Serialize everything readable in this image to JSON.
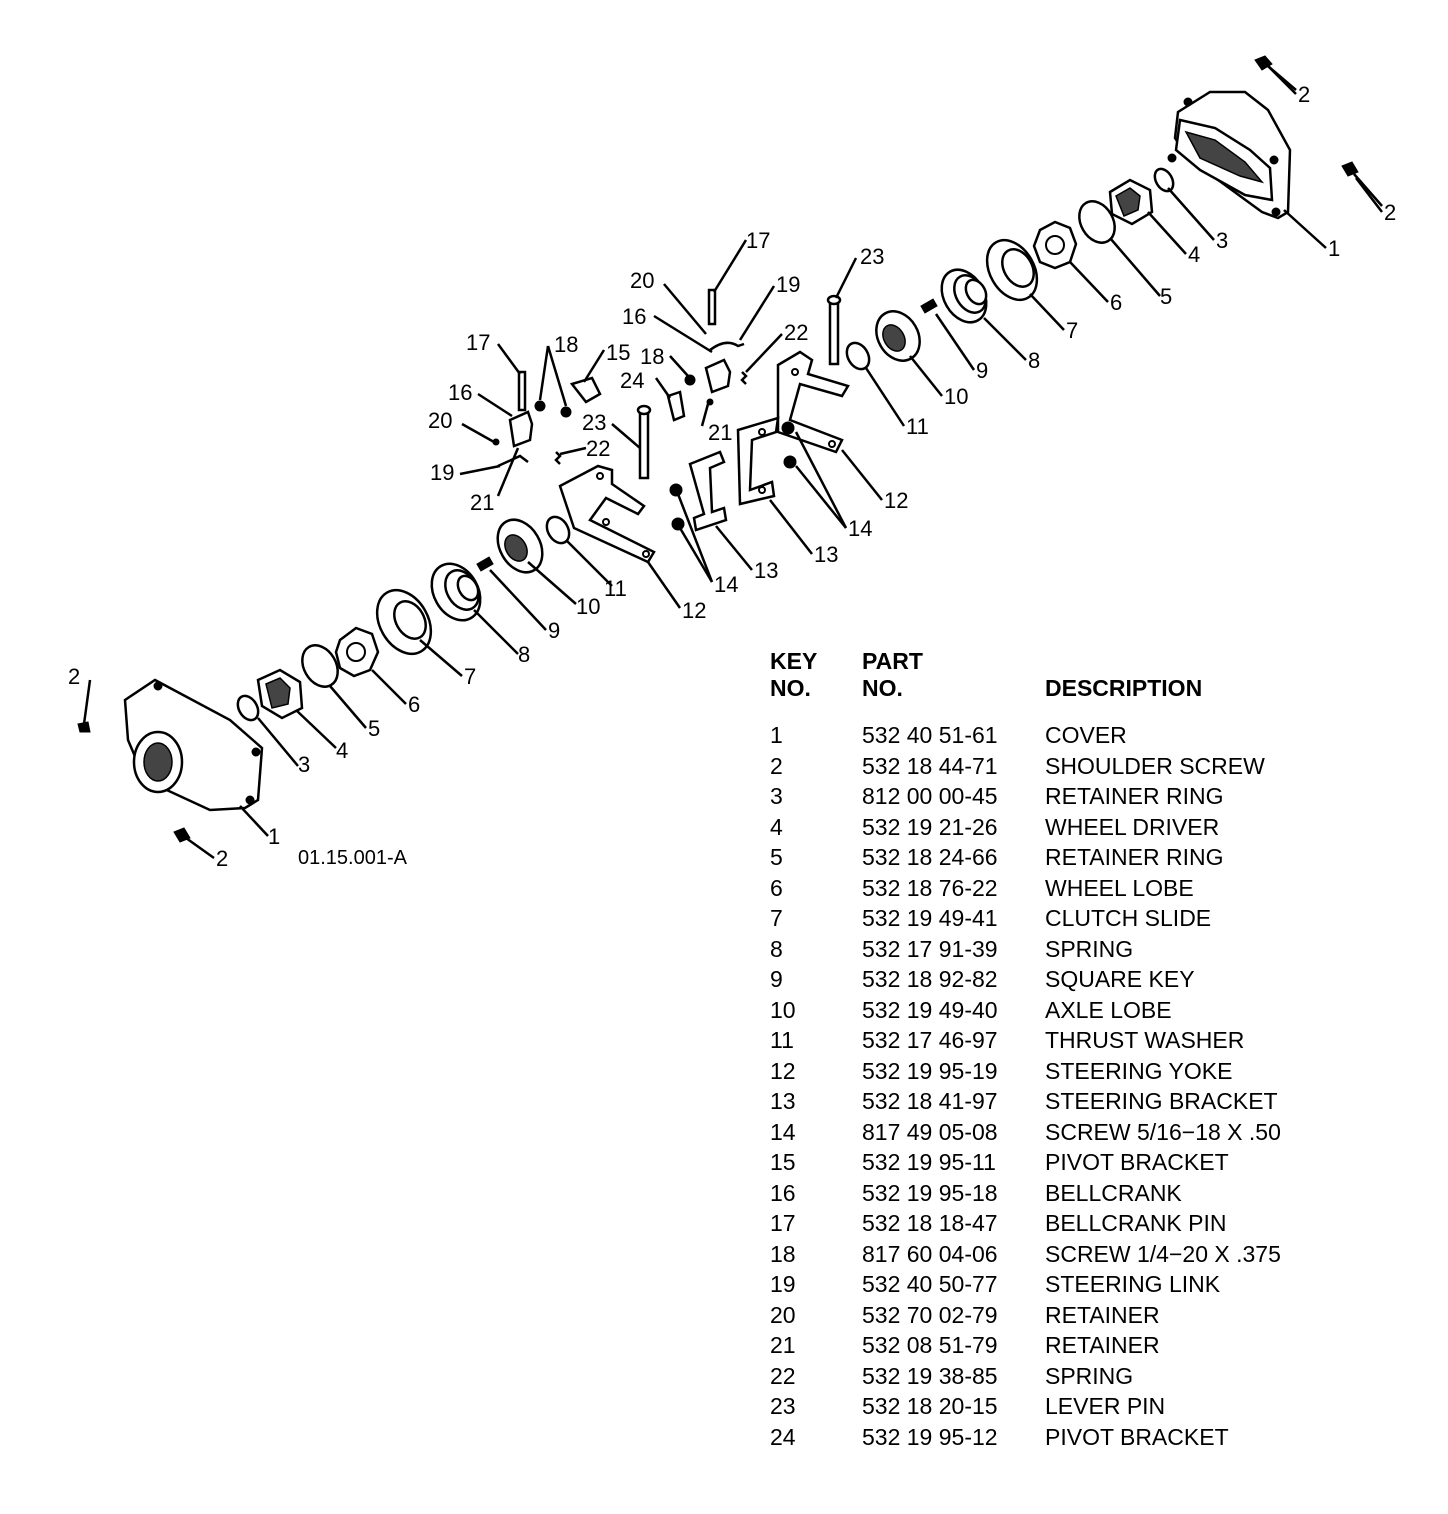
{
  "diagram": {
    "reference_code": "01.15.001-A",
    "callouts": [
      "1",
      "2",
      "3",
      "4",
      "5",
      "6",
      "7",
      "8",
      "9",
      "10",
      "11",
      "12",
      "13",
      "14",
      "15",
      "16",
      "17",
      "18",
      "19",
      "20",
      "21",
      "22",
      "23",
      "24"
    ]
  },
  "parts_table": {
    "headers": {
      "key_line1": "KEY",
      "key_line2": "NO.",
      "part_line1": "PART",
      "part_line2": "NO.",
      "description": "DESCRIPTION"
    },
    "rows": [
      {
        "key": "1",
        "part": "532 40 51-61",
        "desc": "COVER"
      },
      {
        "key": "2",
        "part": "532 18 44-71",
        "desc": "SHOULDER SCREW"
      },
      {
        "key": "3",
        "part": "812 00 00-45",
        "desc": "RETAINER RING"
      },
      {
        "key": "4",
        "part": "532 19 21-26",
        "desc": "WHEEL DRIVER"
      },
      {
        "key": "5",
        "part": "532 18 24-66",
        "desc": "RETAINER RING"
      },
      {
        "key": "6",
        "part": "532 18 76-22",
        "desc": "WHEEL LOBE"
      },
      {
        "key": "7",
        "part": "532 19 49-41",
        "desc": "CLUTCH SLIDE"
      },
      {
        "key": "8",
        "part": "532 17 91-39",
        "desc": "SPRING"
      },
      {
        "key": "9",
        "part": "532 18 92-82",
        "desc": "SQUARE KEY"
      },
      {
        "key": "10",
        "part": "532 19 49-40",
        "desc": "AXLE LOBE"
      },
      {
        "key": "11",
        "part": "532 17 46-97",
        "desc": "THRUST WASHER"
      },
      {
        "key": "12",
        "part": "532 19 95-19",
        "desc": "STEERING YOKE"
      },
      {
        "key": "13",
        "part": "532 18 41-97",
        "desc": "STEERING BRACKET"
      },
      {
        "key": "14",
        "part": "817 49 05-08",
        "desc": "SCREW 5/16−18 X .50"
      },
      {
        "key": "15",
        "part": "532 19 95-11",
        "desc": "PIVOT BRACKET"
      },
      {
        "key": "16",
        "part": "532 19 95-18",
        "desc": "BELLCRANK"
      },
      {
        "key": "17",
        "part": "532 18 18-47",
        "desc": "BELLCRANK PIN"
      },
      {
        "key": "18",
        "part": "817 60 04-06",
        "desc": "SCREW 1/4−20 X .375"
      },
      {
        "key": "19",
        "part": "532 40 50-77",
        "desc": "STEERING LINK"
      },
      {
        "key": "20",
        "part": "532 70 02-79",
        "desc": "RETAINER"
      },
      {
        "key": "21",
        "part": "532 08 51-79",
        "desc": "RETAINER"
      },
      {
        "key": "22",
        "part": "532 19 38-85",
        "desc": "SPRING"
      },
      {
        "key": "23",
        "part": "532 18 20-15",
        "desc": "LEVER PIN"
      },
      {
        "key": "24",
        "part": "532 19 95-12",
        "desc": "PIVOT BRACKET"
      }
    ]
  }
}
